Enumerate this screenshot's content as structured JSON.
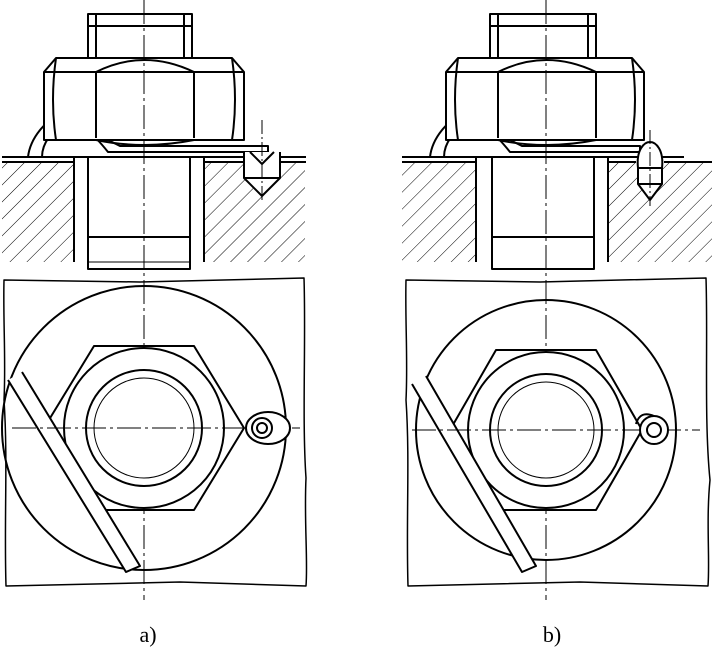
{
  "figures": [
    {
      "id": "a",
      "caption": "a)"
    },
    {
      "id": "b",
      "caption": "b)"
    }
  ],
  "colors": {
    "line": "#000000",
    "background": "#ffffff"
  }
}
